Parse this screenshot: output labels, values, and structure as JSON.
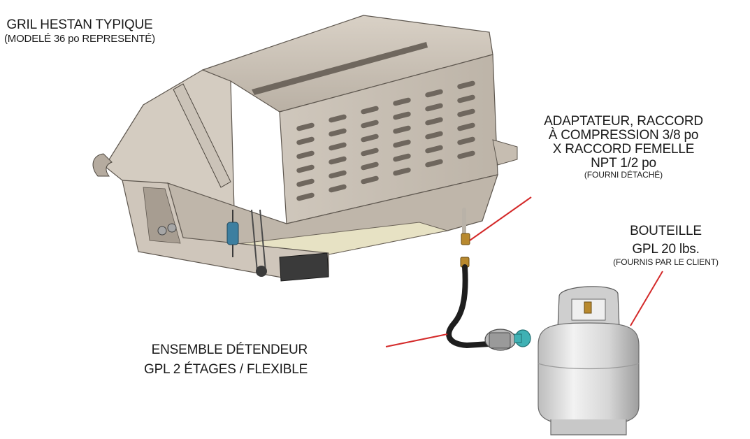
{
  "colors": {
    "grill_body": "#c9c0b5",
    "grill_shadow": "#9c9286",
    "leader_line": "#d42a2a",
    "hose": "#1e1e1e",
    "regulator_teal": "#3fb1b4",
    "cylinder": "#d8d8d8"
  },
  "labels": {
    "grill": {
      "title": "GRIL HESTAN TYPIQUE",
      "subtitle": "(MODELÉ 36 po REPRESENTÉ)"
    },
    "adapter": {
      "line1": "ADAPTATEUR, RACCORD",
      "line2": "À COMPRESSION 3/8 po",
      "line3": "X RACCORD FEMELLE",
      "line4": "NPT 1/2 po",
      "note": "(FOURNI DÉTACHÉ)"
    },
    "cylinder": {
      "line1": "BOUTEILLE",
      "line2": "GPL 20 lbs.",
      "note": "(FOURNIS PAR LE CLIENT)"
    },
    "regulator": {
      "line1": "ENSEMBLE DÉTENDEUR",
      "line2": "GPL 2 ÉTAGES / FLEXIBLE"
    }
  },
  "icons": {
    "grill": "bbq-grill-illustration",
    "fitting": "brass-fitting-illustration",
    "hose": "gas-hose-illustration",
    "regulator": "gas-regulator-illustration",
    "tank": "propane-tank-illustration"
  }
}
